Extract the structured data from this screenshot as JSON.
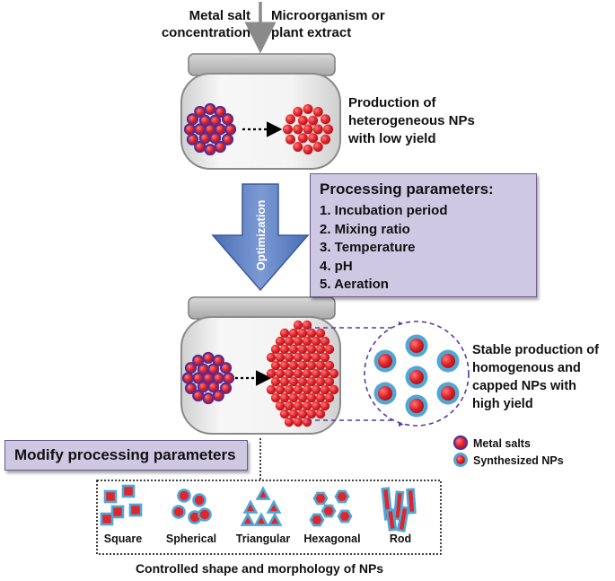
{
  "inputs": {
    "left_line1": "Metal salt",
    "left_line2": "concentration",
    "right_line1": "Microorganism or",
    "right_line2": "plant extract"
  },
  "stage1": {
    "line1": "Production of",
    "line2": "heterogeneous NPs",
    "line3": "with low yield"
  },
  "optimization_label": "Optimization",
  "processing": {
    "title": "Processing parameters:",
    "items": [
      "1. Incubation period",
      "2. Mixing ratio",
      "3. Temperature",
      "4. pH",
      "5. Aeration"
    ]
  },
  "stage2": {
    "line1": "Stable production of",
    "line2": "homogenous and",
    "line3": "capped NPs with",
    "line4": "high yield"
  },
  "legend": {
    "metal_salts": "Metal salts",
    "synthesized": "Synthesized NPs"
  },
  "modify_label": "Modify processing parameters",
  "shapes": [
    "Square",
    "Spherical",
    "Triangular",
    "Hexagonal",
    "Rod"
  ],
  "footer": "Controlled shape and morphology of NPs",
  "colors": {
    "nanoparticle_red": "#e0252b",
    "metal_salt_outline": "#5a2c91",
    "capping_blue": "#4fa7d6",
    "arrow_blue": "#5b80c4",
    "box_fill": "#cfc8e3",
    "dashed_purple": "#5a3aa0"
  }
}
